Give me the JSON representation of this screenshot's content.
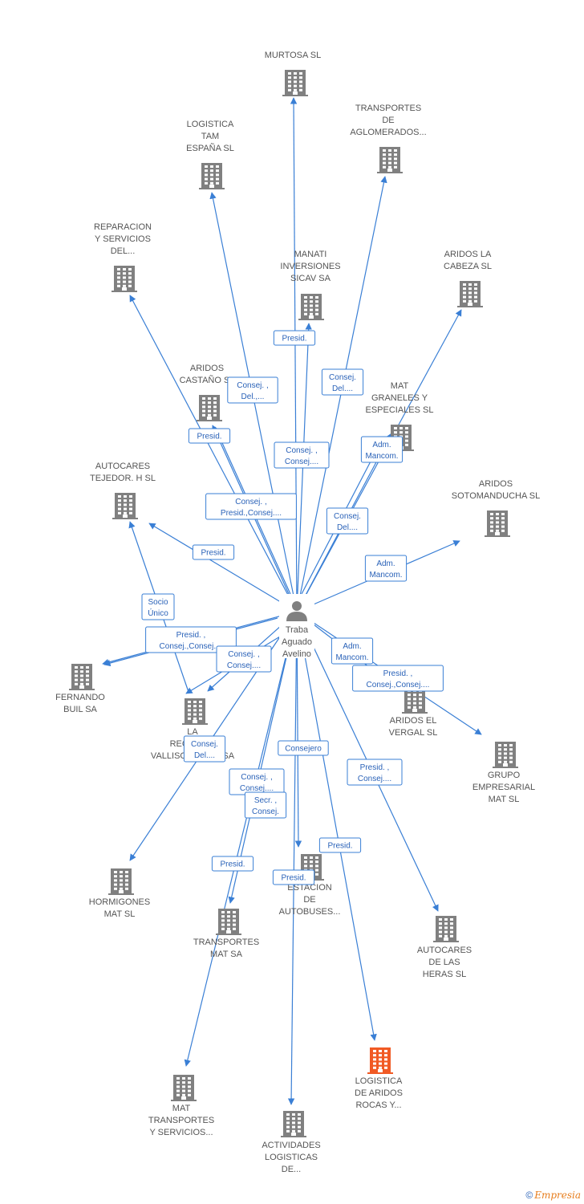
{
  "colors": {
    "edge": "#3a7fd5",
    "company": "#808080",
    "highlight": "#f15a24",
    "person": "#808080"
  },
  "person": {
    "lines": [
      "Traba",
      "Aguado",
      "Avelino"
    ],
    "icon": "person-icon"
  },
  "companies": [
    {
      "id": "murtosa",
      "lines": [
        "MURTOSA SL"
      ]
    },
    {
      "id": "logistica-tam",
      "lines": [
        "LOGISTICA",
        "TAM",
        "ESPAÑA SL"
      ]
    },
    {
      "id": "transportes-aglomerados",
      "lines": [
        "TRANSPORTES",
        "DE",
        "AGLOMERADOS..."
      ]
    },
    {
      "id": "reparacion",
      "lines": [
        "REPARACION",
        "Y SERVICIOS",
        "DEL..."
      ]
    },
    {
      "id": "manati",
      "lines": [
        "MANATI",
        "INVERSIONES",
        "SICAV SA"
      ]
    },
    {
      "id": "aridos-cabeza",
      "lines": [
        "ARIDOS LA",
        "CABEZA SL"
      ]
    },
    {
      "id": "aridos-castano",
      "lines": [
        "ARIDOS",
        "CASTAÑO SL"
      ]
    },
    {
      "id": "mat-graneles",
      "lines": [
        "MAT",
        "GRANELES Y",
        "ESPECIALES SL"
      ]
    },
    {
      "id": "autocares-tejedor",
      "lines": [
        "AUTOCARES",
        "TEJEDOR. H SL"
      ]
    },
    {
      "id": "aridos-sotomanducha",
      "lines": [
        "ARIDOS",
        "SOTOMANDUCHA SL"
      ]
    },
    {
      "id": "fernando-buil",
      "lines": [
        "FERNANDO",
        "BUIL SA"
      ]
    },
    {
      "id": "la-vallisoletana",
      "lines": [
        "LA",
        "REGIONAL",
        "VALLISOLETANA SA"
      ]
    },
    {
      "id": "aridos-vergal",
      "lines": [
        "ARIDOS EL",
        "VERGAL SL"
      ]
    },
    {
      "id": "grupo-mat",
      "lines": [
        "GRUPO",
        "EMPRESARIAL",
        "MAT SL"
      ]
    },
    {
      "id": "hormigones-mat",
      "lines": [
        "HORMIGONES",
        "MAT SL"
      ]
    },
    {
      "id": "estacion-autobuses",
      "lines": [
        "ESTACION",
        "DE",
        "AUTOBUSES..."
      ]
    },
    {
      "id": "transportes-mat",
      "lines": [
        "TRANSPORTES",
        "MAT SA"
      ]
    },
    {
      "id": "autocares-heras",
      "lines": [
        "AUTOCARES",
        "DE LAS",
        "HERAS SL"
      ]
    },
    {
      "id": "mat-transportes",
      "lines": [
        "MAT",
        "TRANSPORTES",
        "Y SERVICIOS..."
      ]
    },
    {
      "id": "logistica-aridos",
      "lines": [
        "LOGISTICA",
        "DE ARIDOS",
        "ROCAS Y..."
      ],
      "highlight": true
    },
    {
      "id": "actividades-logisticas",
      "lines": [
        "ACTIVIDADES",
        "LOGISTICAS",
        "DE..."
      ]
    }
  ],
  "edge_labels": [
    {
      "lines": [
        "Presid."
      ]
    },
    {
      "lines": [
        "Consej. ,",
        "Del.,..."
      ]
    },
    {
      "lines": [
        "Consej.",
        "Del...."
      ]
    },
    {
      "lines": [
        "Presid."
      ]
    },
    {
      "lines": [
        "Consej. ,",
        "Consej...."
      ]
    },
    {
      "lines": [
        "Adm.",
        "Mancom."
      ]
    },
    {
      "lines": [
        "Consej. ,",
        "Presid.,Consej...."
      ]
    },
    {
      "lines": [
        "Consej.",
        "Del...."
      ]
    },
    {
      "lines": [
        "Presid."
      ]
    },
    {
      "lines": [
        "Adm.",
        "Mancom."
      ]
    },
    {
      "lines": [
        "Socio",
        "Único"
      ]
    },
    {
      "lines": [
        "Presid. ,",
        "Consej.,Consej...."
      ]
    },
    {
      "lines": [
        "Adm.",
        "Mancom."
      ]
    },
    {
      "lines": [
        "Consej. ,",
        "Consej...."
      ]
    },
    {
      "lines": [
        "Presid. ,",
        "Consej.,Consej...."
      ]
    },
    {
      "lines": [
        "Consej.",
        "Del...."
      ]
    },
    {
      "lines": [
        "Consejero"
      ]
    },
    {
      "lines": [
        "Consej. ,",
        "Consej...."
      ]
    },
    {
      "lines": [
        "Secr. ,",
        "Consej."
      ]
    },
    {
      "lines": [
        "Presid."
      ]
    },
    {
      "lines": [
        "Presid. ,",
        "Consej...."
      ]
    },
    {
      "lines": [
        "Presid."
      ]
    },
    {
      "lines": [
        "Presid."
      ]
    }
  ],
  "footer": {
    "copyright": "©",
    "brand": "Empresia"
  }
}
